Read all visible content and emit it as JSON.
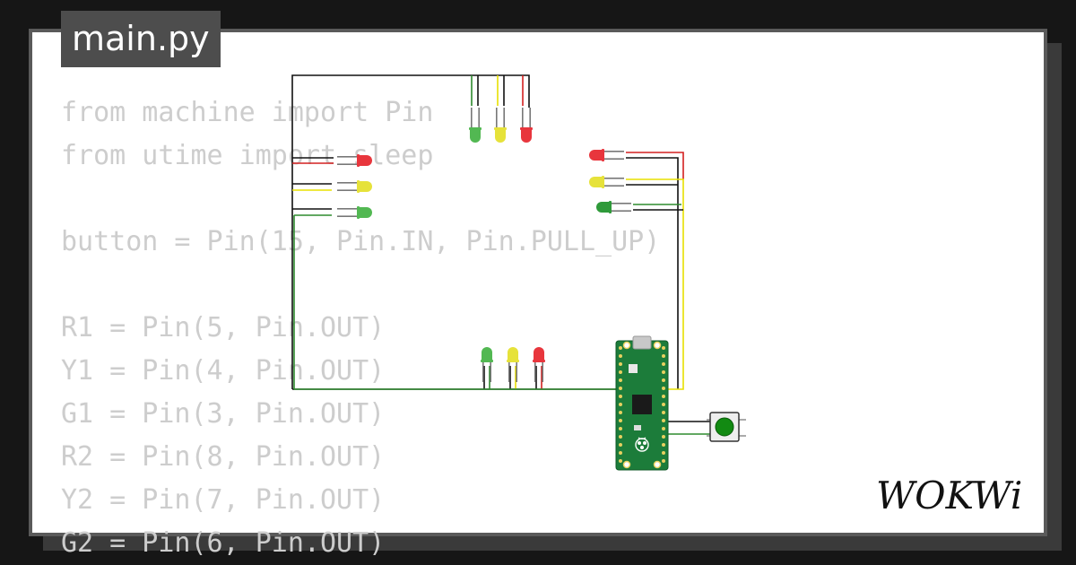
{
  "editor": {
    "filename": "main.py",
    "code_lines": [
      "from machine import Pin",
      "from utime import sleep",
      "",
      "button = Pin(15, Pin.IN, Pin.PULL_UP)",
      "",
      "R1 = Pin(5, Pin.OUT)",
      "Y1 = Pin(4, Pin.OUT)",
      "G1 = Pin(3, Pin.OUT)",
      "R2 = Pin(8, Pin.OUT)",
      "Y2 = Pin(7, Pin.OUT)",
      "G2 = Pin(6, Pin.OUT)"
    ]
  },
  "brand": {
    "logo_text": "WOKWi"
  },
  "colors": {
    "led_red": "#e8363d",
    "led_yellow": "#e6e23a",
    "led_green": "#52b852",
    "board_green": "#1c7c3a",
    "wire_black": "#111111",
    "wire_green": "#2e8b2e",
    "wire_red": "#d42020",
    "wire_yellow": "#e8e000",
    "code_text": "#cdcdcd"
  }
}
